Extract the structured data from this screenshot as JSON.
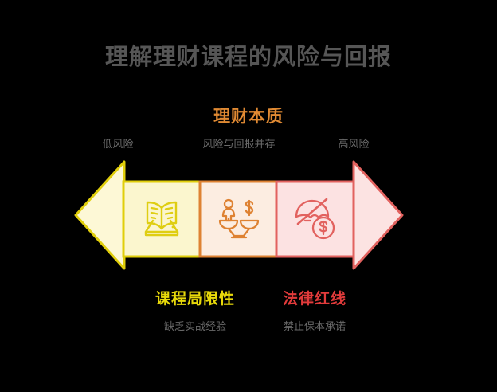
{
  "page": {
    "title": "理解理财课程的风险与回报",
    "background_color": "#000000",
    "title_color": "#565656"
  },
  "essence": {
    "label": "理财本质",
    "color": "#E08A33"
  },
  "axis": {
    "low_label": "低风险",
    "mid_label": "风险与回报并存",
    "high_label": "高风险",
    "label_color": "#6A6A6A"
  },
  "arrow": {
    "left_head_color": "#E8D90A",
    "left_head_fill": "#FDF8D6",
    "right_head_color": "#E8625E",
    "right_head_fill": "#FCE3E2"
  },
  "segments": [
    {
      "id": "book",
      "icon": "open-book-icon",
      "border_color": "#E0CE0B",
      "fill_color": "#FBF6CE",
      "icon_color": "#DFCE12"
    },
    {
      "id": "balance",
      "icon": "balance-scale-icon",
      "border_color": "#DE8232",
      "fill_color": "#FCEDE1",
      "icon_color": "#DE8232"
    },
    {
      "id": "no-guarantee",
      "icon": "no-guarantee-money-icon",
      "border_color": "#E2625F",
      "fill_color": "#FCE2E2",
      "icon_color": "#E2625F"
    }
  ],
  "callouts": [
    {
      "title": "课程局限性",
      "title_color": "#E8D90A",
      "subtitle": "缺乏实战经验"
    },
    {
      "title": "法律红线",
      "title_color": "#E23B3B",
      "subtitle": "禁止保本承诺"
    }
  ]
}
